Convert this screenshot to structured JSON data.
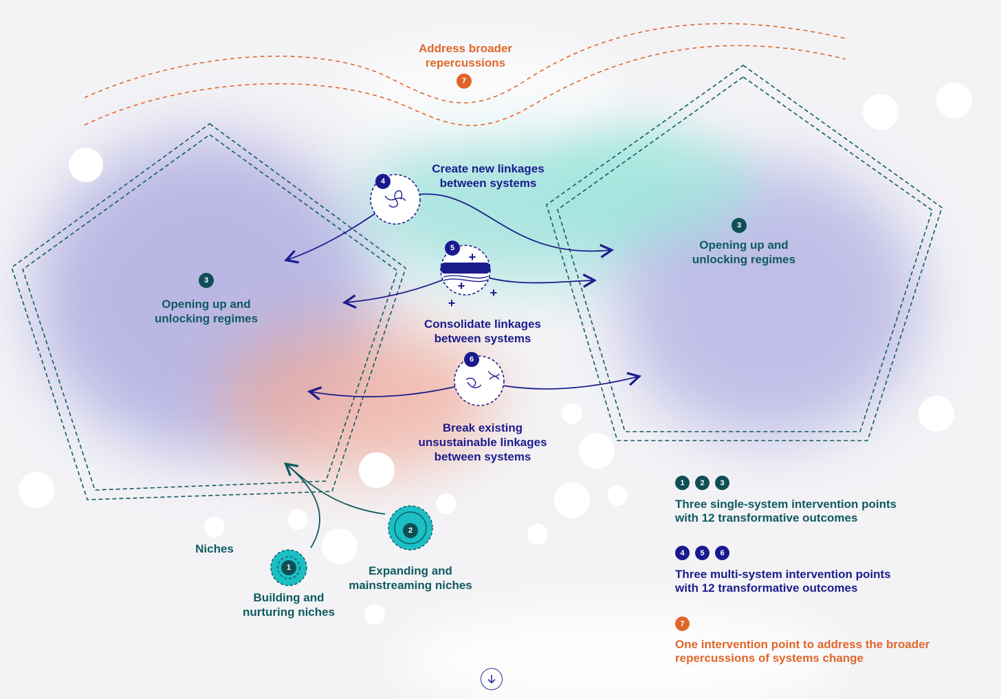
{
  "labels": {
    "broader": "Address broader\nrepercussions",
    "create": "Create new linkages\nbetween systems",
    "consolidate": "Consolidate linkages\nbetween systems",
    "break": "Break existing\nunsustainable linkages\nbetween systems",
    "regime_left": "Opening up and\nunlocking regimes",
    "regime_right": "Opening up and\nunlocking regimes",
    "niches": "Niches",
    "building": "Building and\nnurturing niches",
    "expanding": "Expanding and\nmainstreaming niches"
  },
  "badges": {
    "one": "1",
    "two": "2",
    "three": "3",
    "four": "4",
    "five": "5",
    "six": "6",
    "seven": "7"
  },
  "legend": {
    "single": {
      "numbers": [
        "1",
        "2",
        "3"
      ],
      "text": "Three single-system intervention points\nwith 12 transformative outcomes"
    },
    "multi": {
      "numbers": [
        "4",
        "5",
        "6"
      ],
      "text": "Three multi-system intervention points\nwith 12 transformative outcomes"
    },
    "broader": {
      "numbers": [
        "7"
      ],
      "text": "One intervention point to address the broader\nrepercussions of systems change"
    }
  },
  "colors": {
    "teal": "#0e5a5f",
    "navy": "#1b1c8c",
    "orange": "#e0662a",
    "niche_cyan": "#1bbfc4"
  },
  "icons": {
    "scroll": "arrow-down-icon"
  }
}
